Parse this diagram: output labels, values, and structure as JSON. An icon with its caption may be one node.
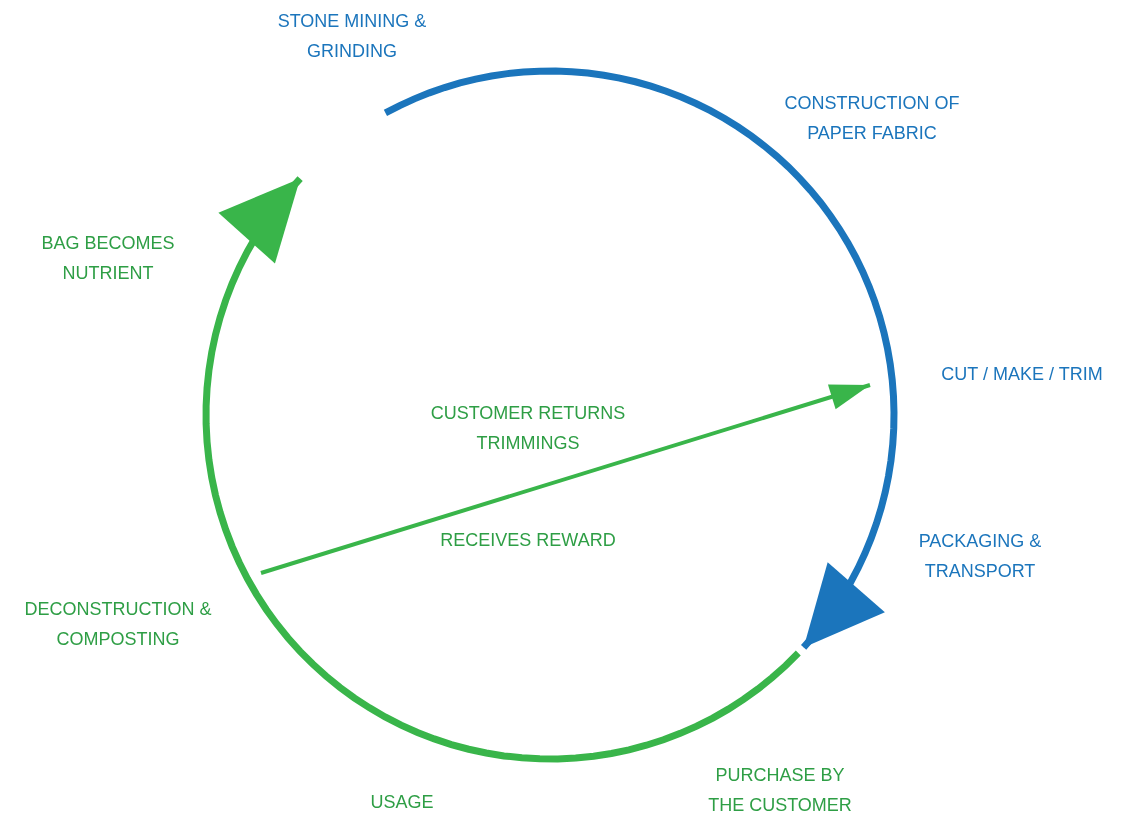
{
  "diagram": {
    "nodes": [
      {
        "text": [
          "STONE MINING & GRINDING"
        ]
      },
      {
        "text": [
          "CONSTRUCTION OF PAPER FABRIC"
        ]
      },
      {
        "text": [
          "CUT / MAKE / TRIM"
        ]
      },
      {
        "text": [
          "PACKAGING & TRANSPORT"
        ]
      },
      {
        "text": [
          "PURCHASE BY THE CUSTOMER"
        ]
      },
      {
        "text": [
          "USAGE"
        ]
      },
      {
        "text": [
          "DECONSTRUCTION & COMPOSTING"
        ]
      },
      {
        "text": [
          "BAG BECOMES NUTRIENT"
        ]
      }
    ],
    "edges": [
      {
        "from": 0,
        "to": null,
        "arrow": "to",
        "color": "#1b75bc"
      },
      {
        "from": null,
        "to": 0,
        "arrow": "to"
      },
      {
        "from": 6,
        "to": 2,
        "arrow": "to",
        "label": "CUSTOMER RETURNS TRIMMINGS"
      }
    ],
    "labels": [
      "RECEIVES REWARD"
    ]
  }
}
